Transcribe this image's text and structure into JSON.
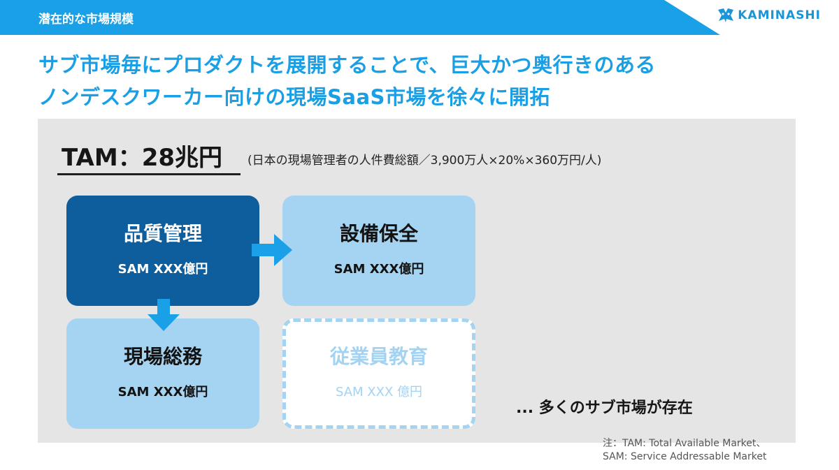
{
  "header": {
    "section_label": "潜在的な市場規模",
    "logo_text": "KAMINASHI",
    "band_color": "#1aa0e6"
  },
  "title": {
    "line1": "サブ市場毎にプロダクトを展開することで、巨大かつ奥行きのある",
    "line2": "ノンデスクワーカー向けの現場SaaS市場を徐々に開拓",
    "color": "#1a9fe4"
  },
  "tam": {
    "label": "TAM：28兆円",
    "note": "(日本の現場管理者の人件費総額／3,900万人×20%×360万円/人)"
  },
  "markets": [
    {
      "name": "品質管理",
      "sam": "SAM XXX億円",
      "color": "#0e5d9c"
    },
    {
      "name": "設備保全",
      "sam": "SAM XXX億円",
      "color": "#a5d4f2"
    },
    {
      "name": "現場総務",
      "sam": "SAM XXX億円",
      "color": "#a5d4f2"
    },
    {
      "name": "従業員教育",
      "sam": "SAM XXX 億円",
      "color": "#ffffff"
    }
  ],
  "many_markets_text": "... 多くのサブ市場が存在",
  "footnote": {
    "line1": "注：TAM: Total Available Market、",
    "line2": "SAM: Service Addressable Market"
  },
  "icons": [
    "logo-mark-icon",
    "arrow-right-icon",
    "arrow-down-icon"
  ]
}
